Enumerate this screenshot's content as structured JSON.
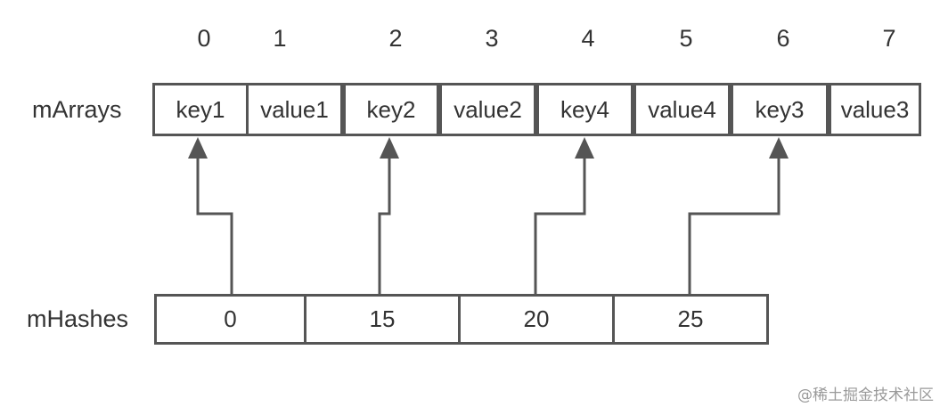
{
  "indices": [
    "0",
    "1",
    "2",
    "3",
    "4",
    "5",
    "6",
    "7"
  ],
  "arrays": {
    "label": "mArrays",
    "cells": [
      "key1",
      "value1",
      "key2",
      "value2",
      "key4",
      "value4",
      "key3",
      "value3"
    ]
  },
  "hashes": {
    "label": "mHashes",
    "cells": [
      "0",
      "15",
      "20",
      "25"
    ]
  },
  "watermark": "@稀土掘金技术社区"
}
